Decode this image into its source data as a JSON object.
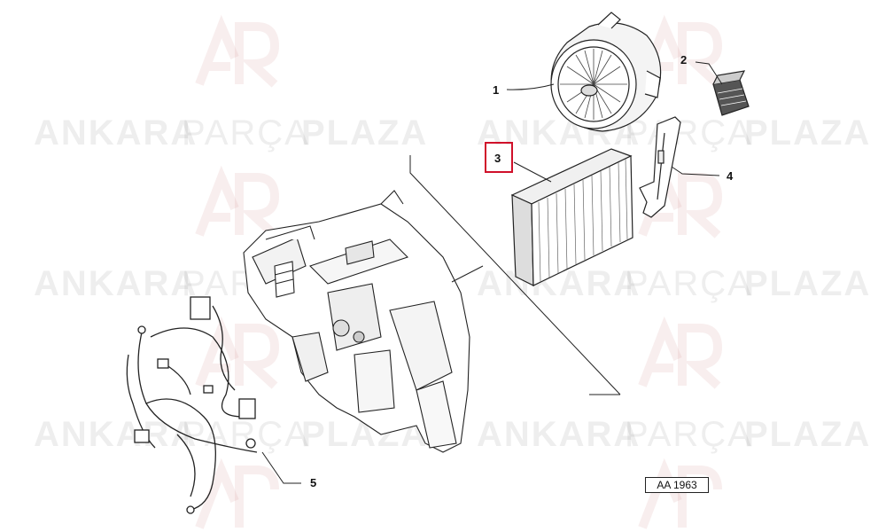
{
  "watermark": {
    "word1": "ANKARA",
    "word2": "PARÇA",
    "word3": "PLAZA",
    "logo_color": "#d9a0a0"
  },
  "callouts": {
    "c1": "1",
    "c2": "2",
    "c3": "3",
    "c4": "4",
    "c5": "5"
  },
  "reference_code": "AA 1963",
  "colors": {
    "highlight": "#d0102a",
    "line": "#222222"
  }
}
